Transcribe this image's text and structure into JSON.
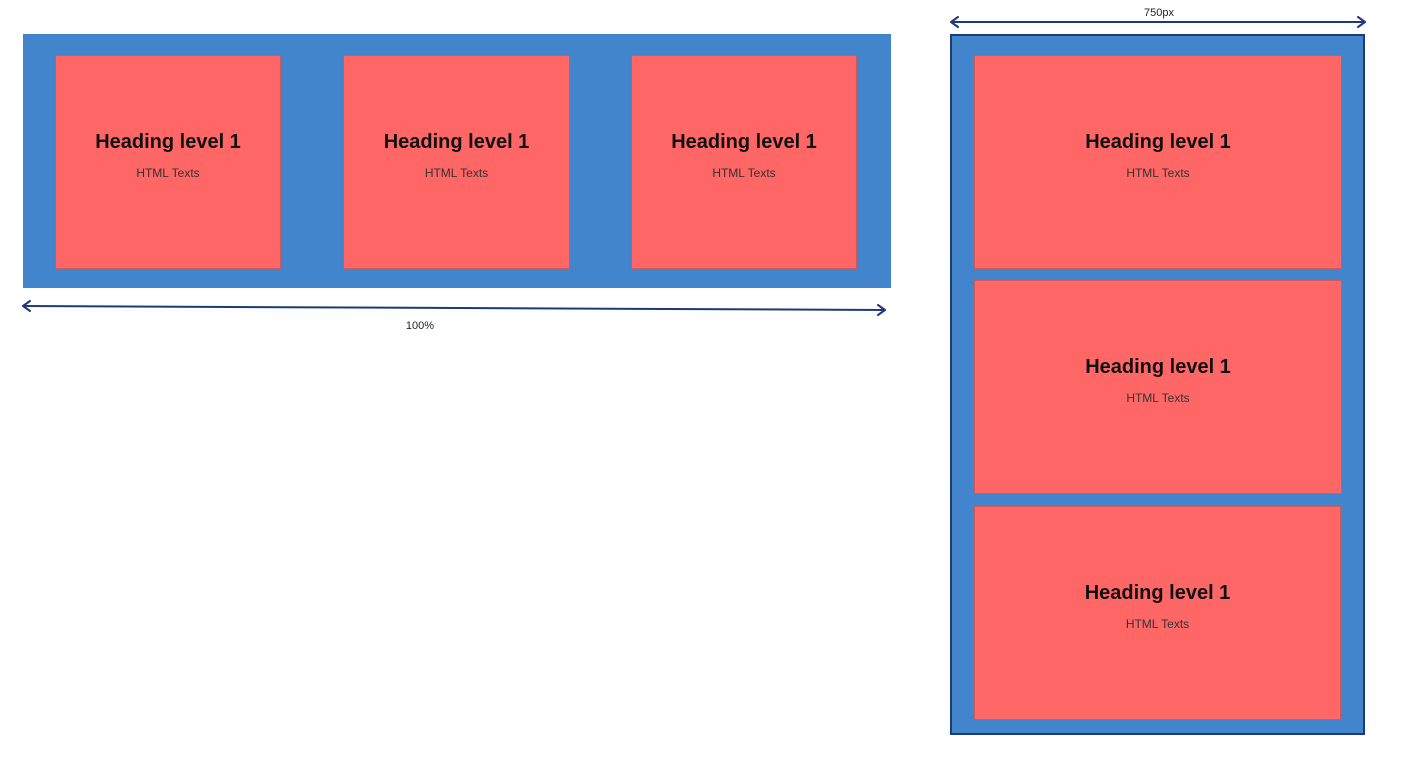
{
  "wide_layout": {
    "cards": [
      {
        "heading": "Heading level 1",
        "text": "HTML Texts"
      },
      {
        "heading": "Heading level 1",
        "text": "HTML Texts"
      },
      {
        "heading": "Heading level 1",
        "text": "HTML Texts"
      }
    ],
    "width_label": "100%"
  },
  "narrow_layout": {
    "cards": [
      {
        "heading": "Heading level 1",
        "text": "HTML Texts"
      },
      {
        "heading": "Heading level 1",
        "text": "HTML Texts"
      },
      {
        "heading": "Heading level 1",
        "text": "HTML Texts"
      }
    ],
    "width_label": "750px"
  },
  "colors": {
    "container": "#4285cc",
    "card": "#ff6666",
    "arrow": "#1e3a78"
  }
}
